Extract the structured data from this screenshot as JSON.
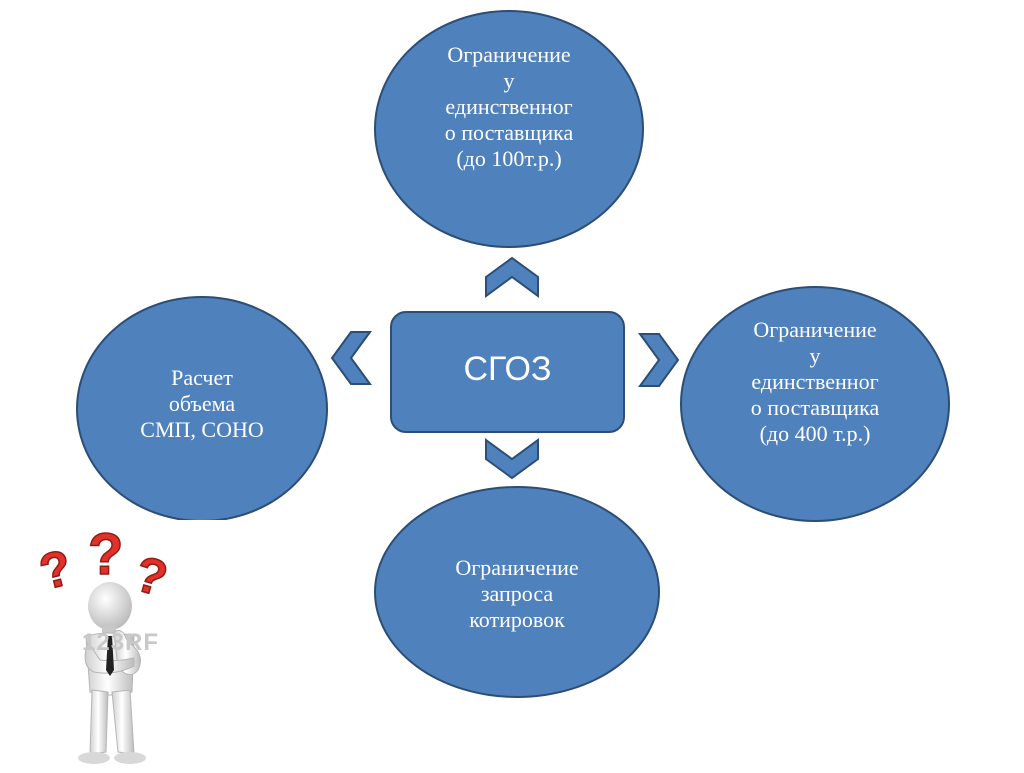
{
  "diagram": {
    "center": {
      "label": "СГОЗ"
    },
    "nodes": {
      "top": {
        "lines": [
          "Ограничение",
          "у",
          "единственног",
          "о поставщика",
          "(до 100т.р.)"
        ]
      },
      "left": {
        "lines": [
          "Расчет",
          "объема",
          "СМП, СОНО"
        ]
      },
      "right": {
        "lines": [
          "Ограничение",
          "у",
          "единственног",
          "о поставщика",
          "(до 400 т.р.)"
        ]
      },
      "bottom": {
        "lines": [
          "Ограничение",
          "запроса",
          "котировок"
        ]
      }
    },
    "illustration": {
      "icon": "thinking-person-with-question-marks-icon",
      "watermark": "123RF",
      "question_mark": "?"
    },
    "colors": {
      "node_fill": "#4f81bd",
      "node_border": "#2c4d75",
      "text": "#ffffff",
      "question_mark": "#e0322b"
    }
  }
}
